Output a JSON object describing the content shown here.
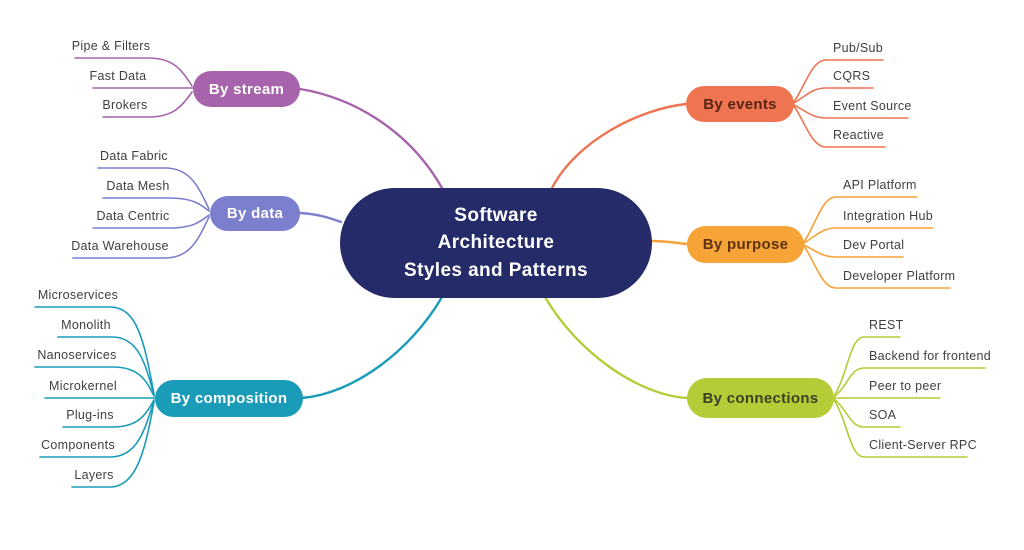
{
  "center": {
    "lines": [
      "Software",
      "Architecture",
      "Styles and Patterns"
    ],
    "color": "#252a68",
    "text_color": "#ffffff"
  },
  "leaf_text_color": "#3f3f3f",
  "branches": [
    {
      "id": "stream",
      "label": "By stream",
      "color": "#a763ab",
      "text_color": "#ffffff",
      "children": [
        "Pipe & Filters",
        "Fast Data",
        "Brokers"
      ]
    },
    {
      "id": "data",
      "label": "By data",
      "color": "#7b7fce",
      "text_color": "#ffffff",
      "children": [
        "Data Fabric",
        "Data Mesh",
        "Data Centric",
        "Data Warehouse"
      ]
    },
    {
      "id": "composition",
      "label": "By composition",
      "color": "#1a9cb8",
      "text_color": "#ffffff",
      "children": [
        "Microservices",
        "Monolith",
        "Nanoservices",
        "Microkernel",
        "Plug-ins",
        "Components",
        "Layers"
      ]
    },
    {
      "id": "events",
      "label": "By events",
      "color": "#ee7452",
      "text_color": "#5a2415",
      "children": [
        "Pub/Sub",
        "CQRS",
        "Event Source",
        "Reactive"
      ]
    },
    {
      "id": "purpose",
      "label": "By purpose",
      "color": "#f6a338",
      "text_color": "#5e3310",
      "children": [
        "API Platform",
        "Integration Hub",
        "Dev Portal",
        "Developer Platform"
      ]
    },
    {
      "id": "connections",
      "label": "By connections",
      "color": "#b5cb37",
      "text_color": "#3c4024",
      "children": [
        "REST",
        "Backend for frontend",
        "Peer to peer",
        "SOA",
        "Client-Server RPC"
      ]
    }
  ]
}
